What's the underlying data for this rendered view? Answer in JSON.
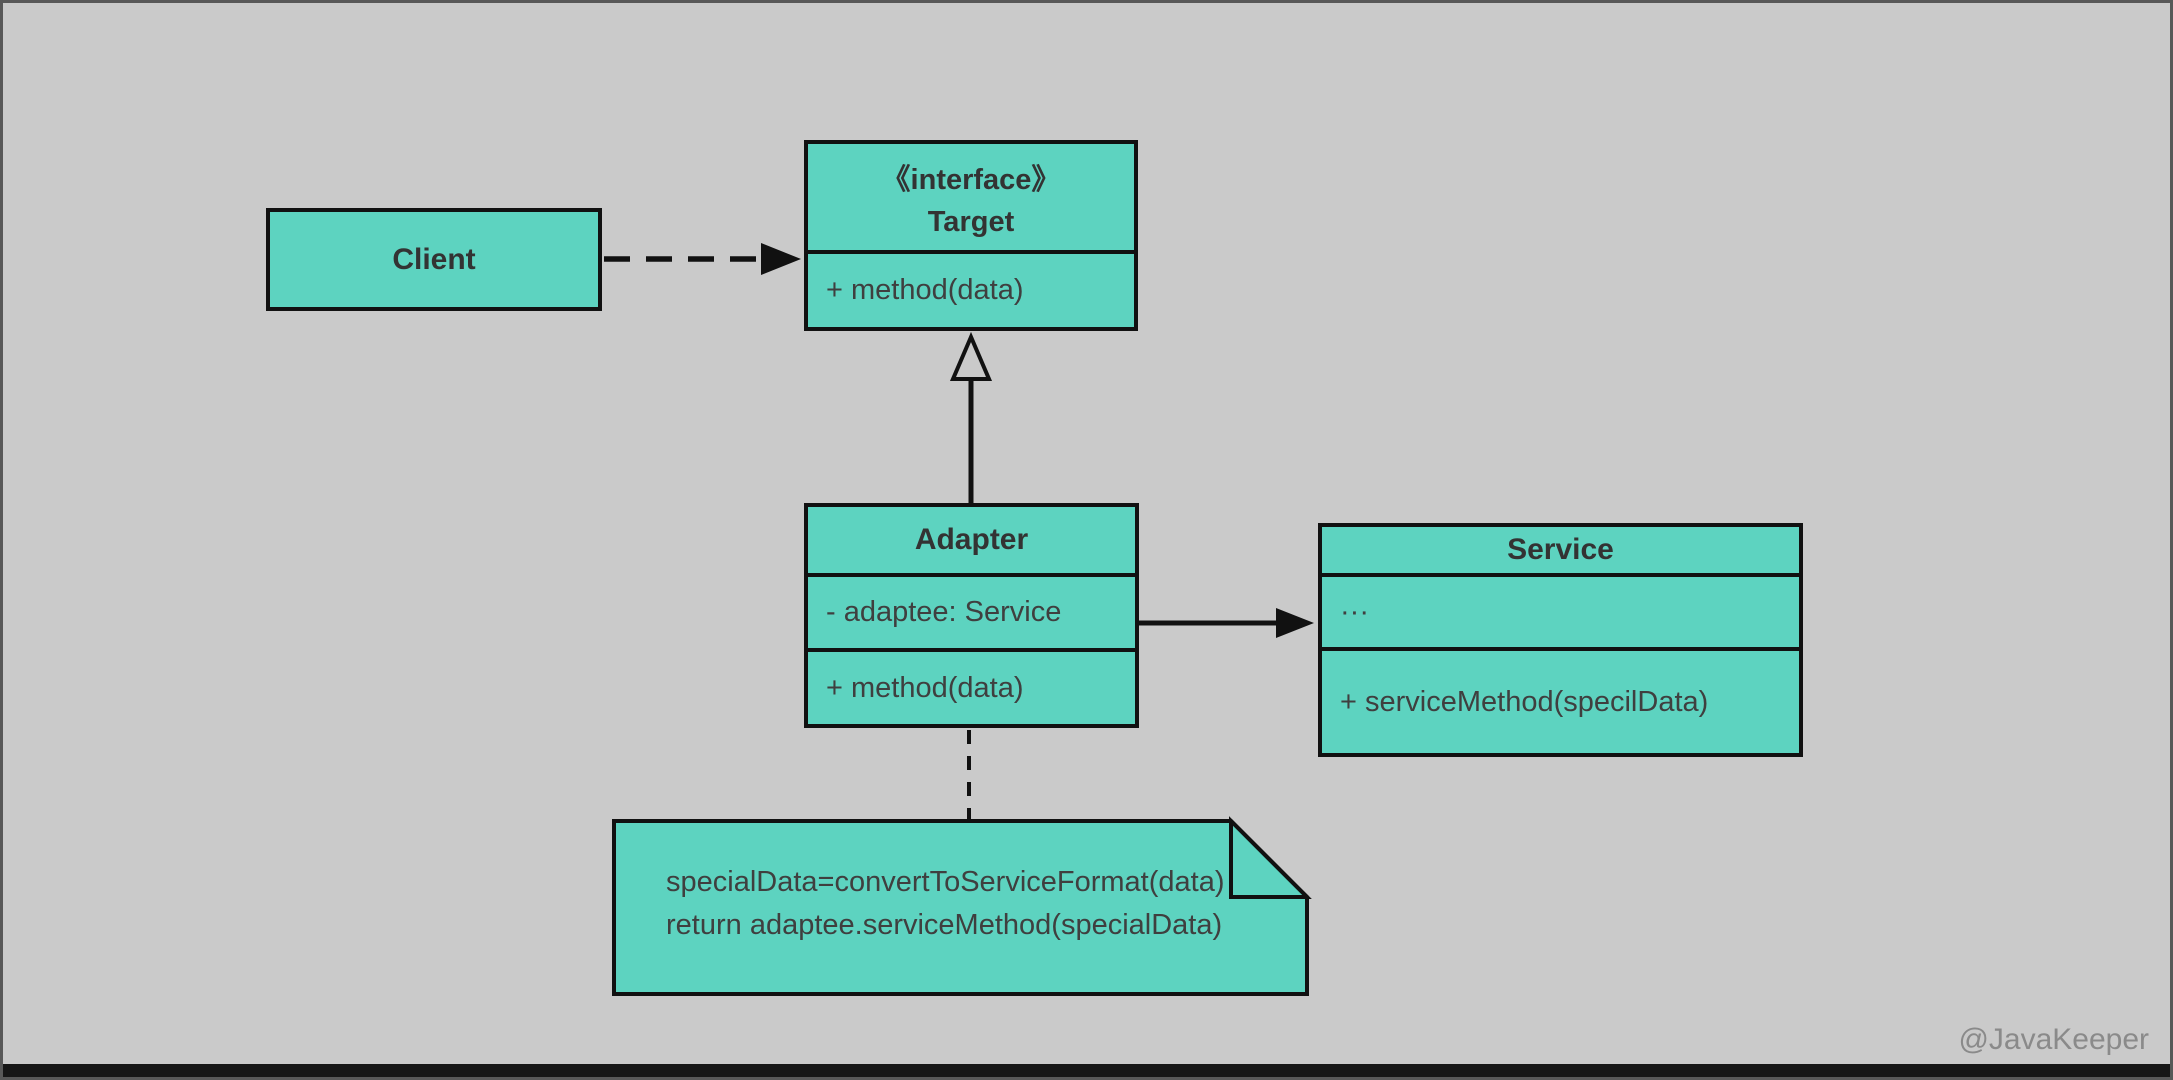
{
  "colors": {
    "background": "#cacaca",
    "box_fill": "#5dd3c0",
    "box_border": "#111111",
    "title_text": "#333333",
    "body_text": "#3f3f3f",
    "watermark_text": "#8a8a8a"
  },
  "classes": {
    "client": {
      "title": "Client"
    },
    "target": {
      "stereotype": "《interface》",
      "title": "Target",
      "method": "+ method(data)"
    },
    "adapter": {
      "title": "Adapter",
      "attribute": "- adaptee: Service",
      "method": "+ method(data)"
    },
    "service": {
      "title": "Service",
      "ellipsis": "···",
      "method": "+ serviceMethod(specilData)"
    }
  },
  "note": {
    "line1": "specialData=convertToServiceFormat(data)",
    "line2": "return adaptee.serviceMethod(specialData)"
  },
  "watermark": "@JavaKeeper"
}
